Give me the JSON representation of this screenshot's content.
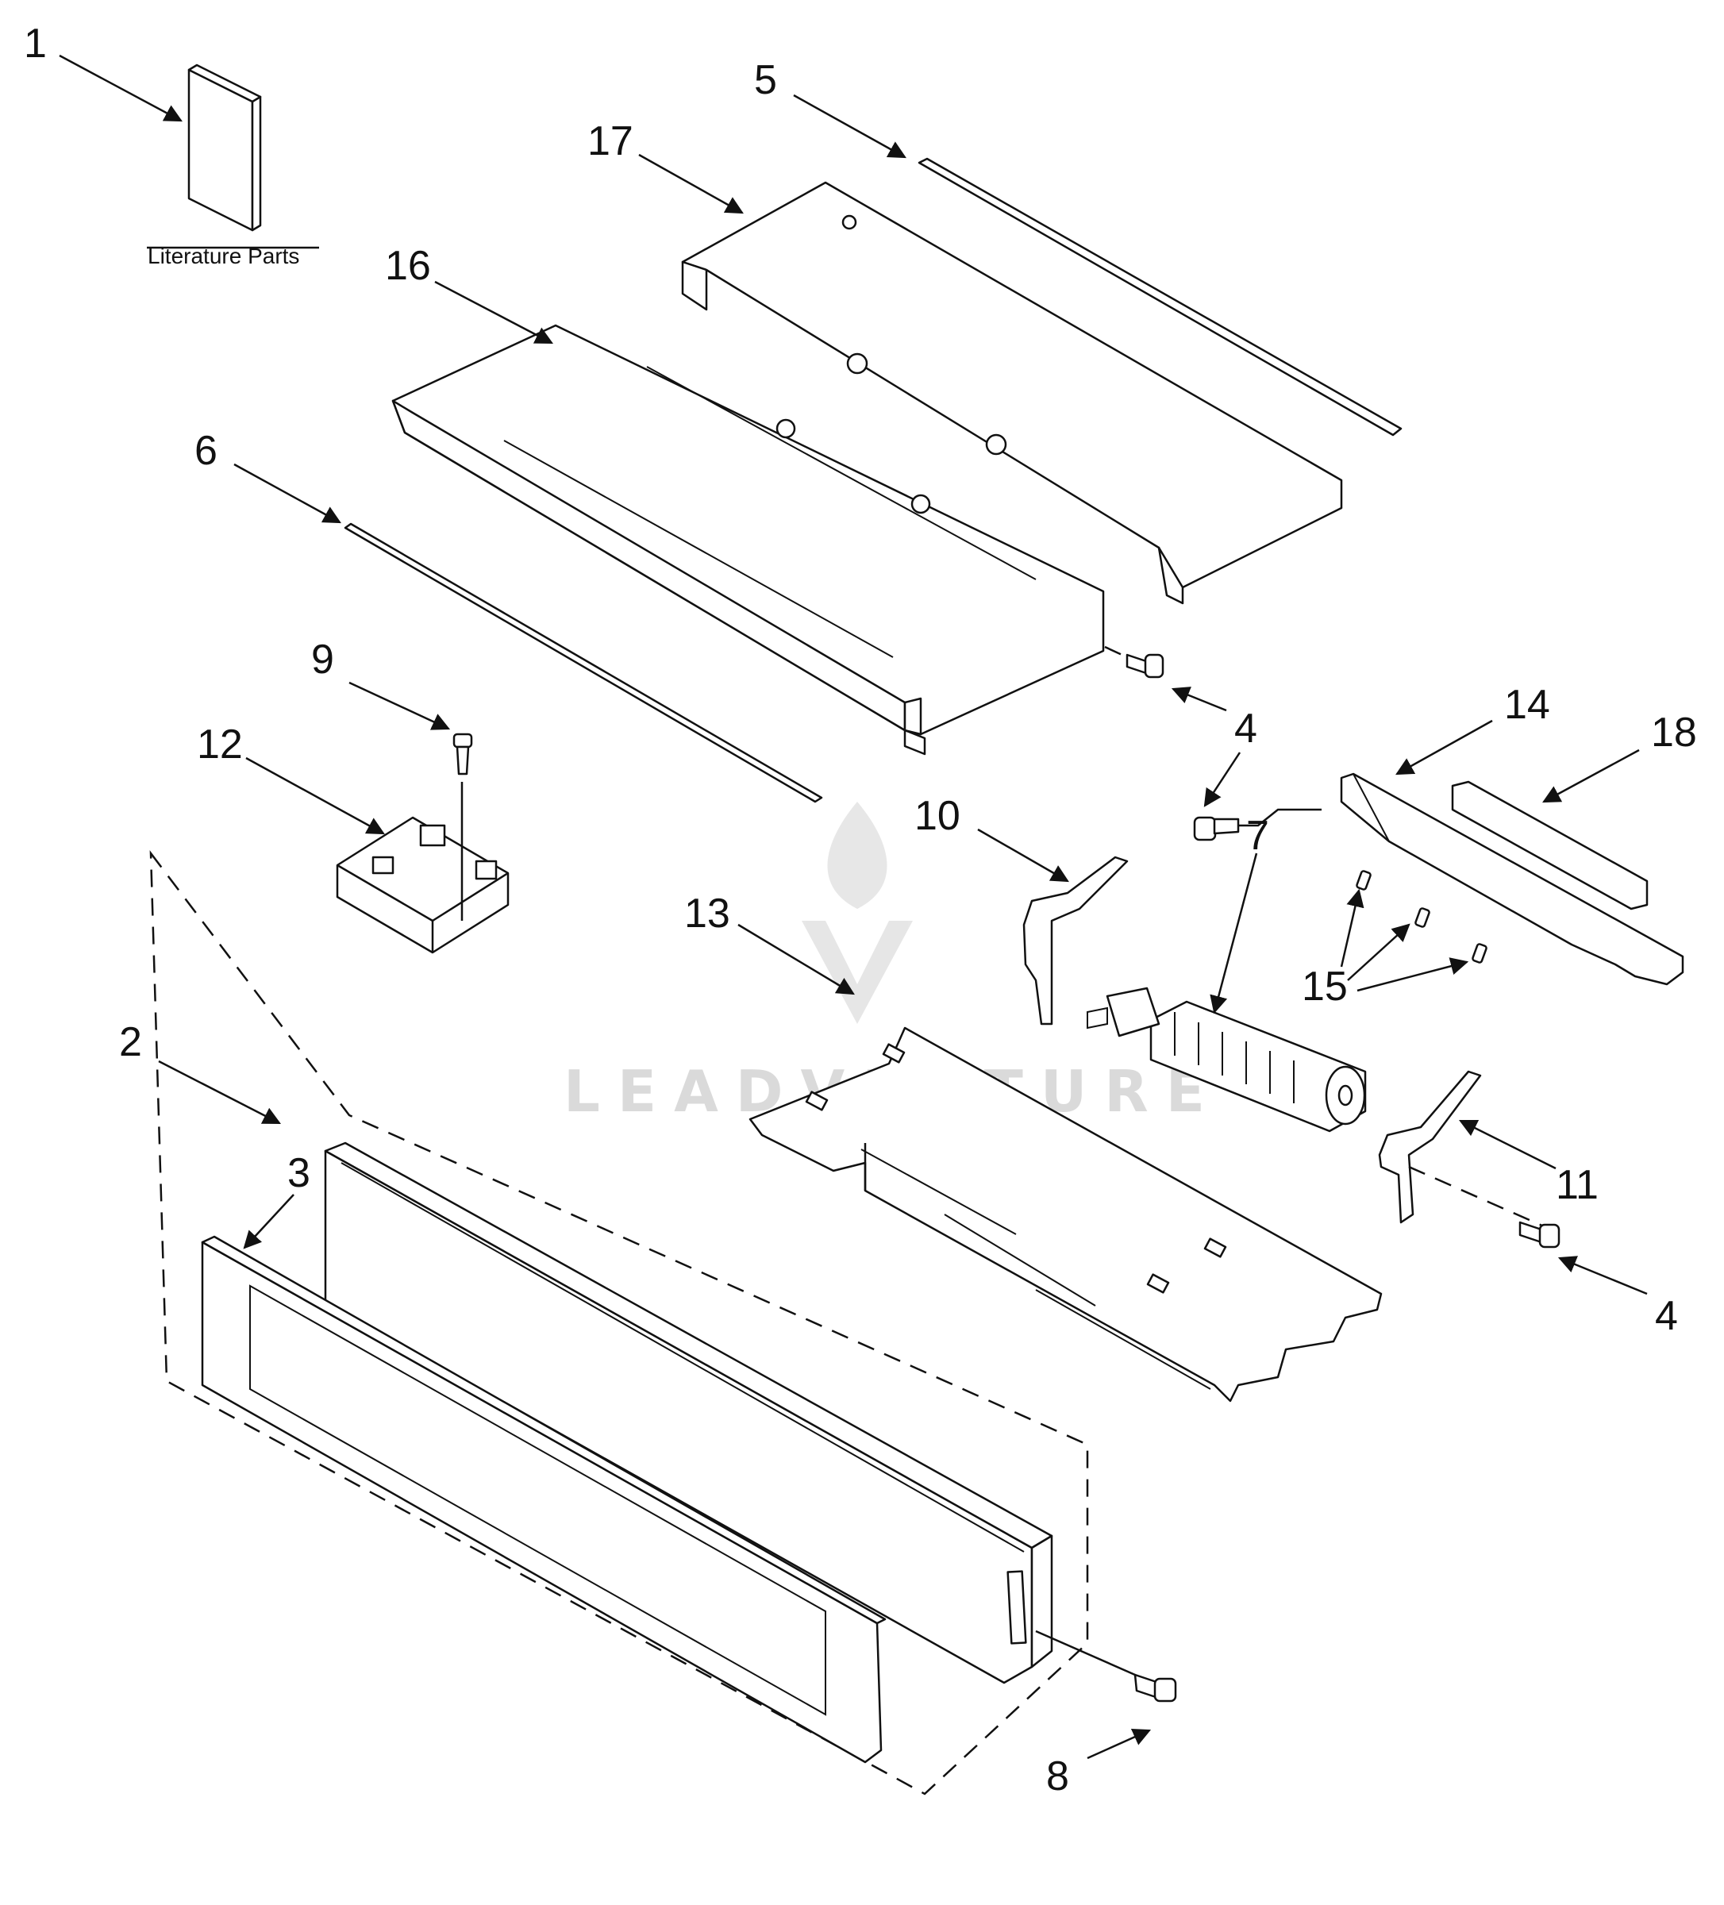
{
  "callouts": {
    "c1": "1",
    "c2": "2",
    "c3": "3",
    "c4a": "4",
    "c4b": "4",
    "c4c": "4",
    "c5": "5",
    "c6": "6",
    "c7": "7",
    "c8": "8",
    "c9": "9",
    "c10": "10",
    "c11": "11",
    "c12": "12",
    "c13": "13",
    "c14": "14",
    "c15": "15",
    "c16": "16",
    "c17": "17",
    "c18": "18"
  },
  "literature_label": "Literature Parts",
  "watermark": {
    "text": "LEADVENTURE"
  },
  "colors": {
    "line": "#111111",
    "watermark": "#d6d6d6",
    "background": "#ffffff"
  }
}
